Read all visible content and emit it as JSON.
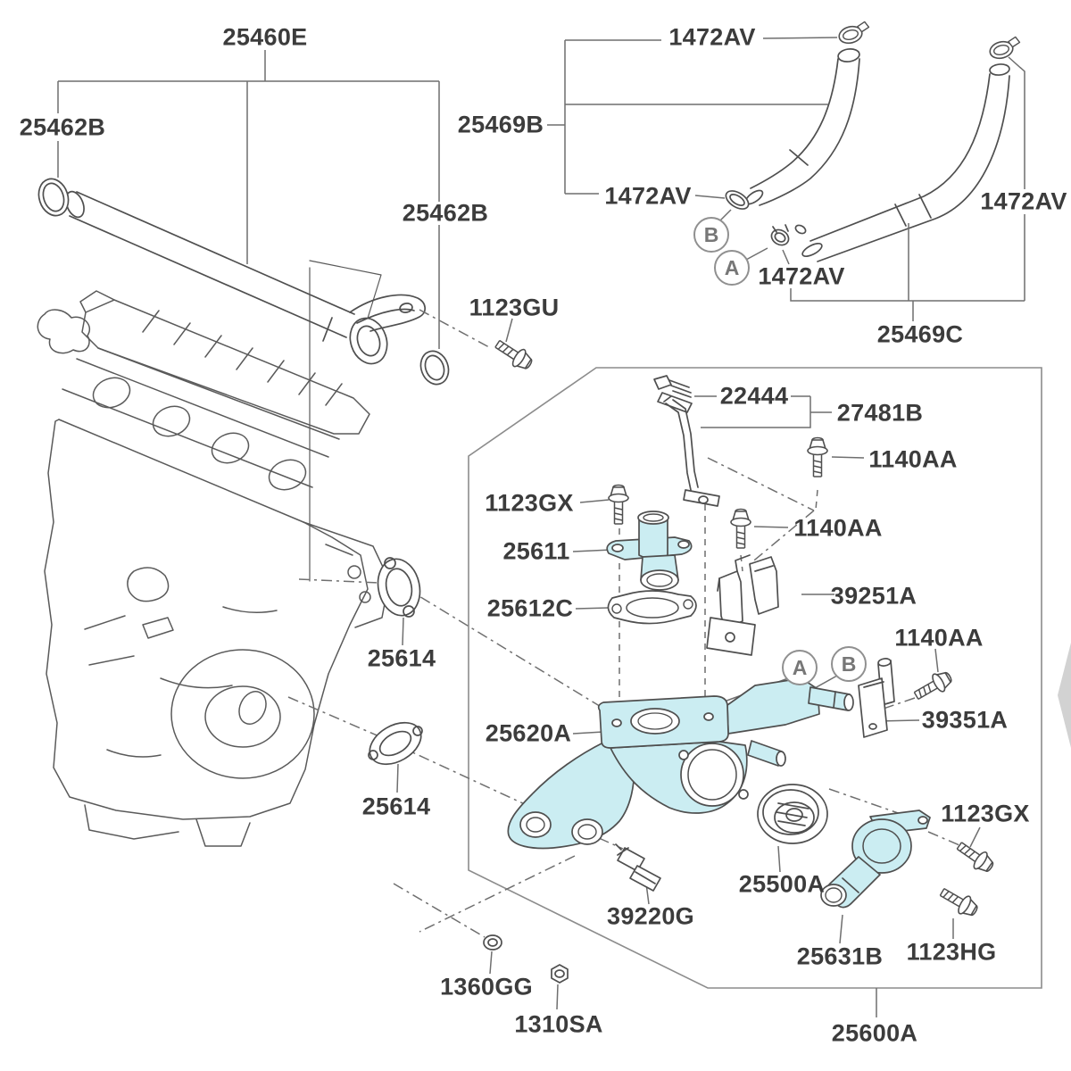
{
  "diagram": {
    "type": "engine-parts-exploded-diagram",
    "subject": "Coolant pipe, hoses and thermostat housing",
    "labels": {
      "pipe_assembly": "25460E",
      "oring_left": "25462B",
      "oring_right": "25462B",
      "pipe_bolt": "1123GU",
      "hose_upper": "25469B",
      "clamp_top": "1472AV",
      "clamp_left": "1472AV",
      "clamp_mid": "1472AV",
      "clamp_right": "1472AV",
      "hose_lower": "25469C",
      "connector": "22444",
      "stay_bracket": "27481B",
      "stay_bolt": "1140AA",
      "valve_bolt": "1123GX",
      "control_valve": "25611",
      "bracket_bolt_mid": "1140AA",
      "valve_gasket": "25612C",
      "support_bracket": "39251A",
      "bracket_bolt_low": "1140AA",
      "sensor_bracket": "39351A",
      "water_inlet": "25620A",
      "gasket_upper": "25614",
      "gasket_lower": "25614",
      "thermostat": "25500A",
      "temp_sensor": "39220G",
      "outlet_bolt_upper": "1123GX",
      "water_outlet": "25631B",
      "outlet_bolt_lower": "1123HG",
      "washer": "1360GG",
      "nut": "1310SA",
      "assembly": "25600A"
    },
    "callouts": {
      "a": "A",
      "b": "B"
    },
    "colors": {
      "highlight": "#cbedf2",
      "line": "#4f4f4f",
      "label_text": "#3c3c3c",
      "leader": "#6f6f6f",
      "group_boundary": "#8c8c8c",
      "watermark": "#d2d2d2"
    }
  }
}
